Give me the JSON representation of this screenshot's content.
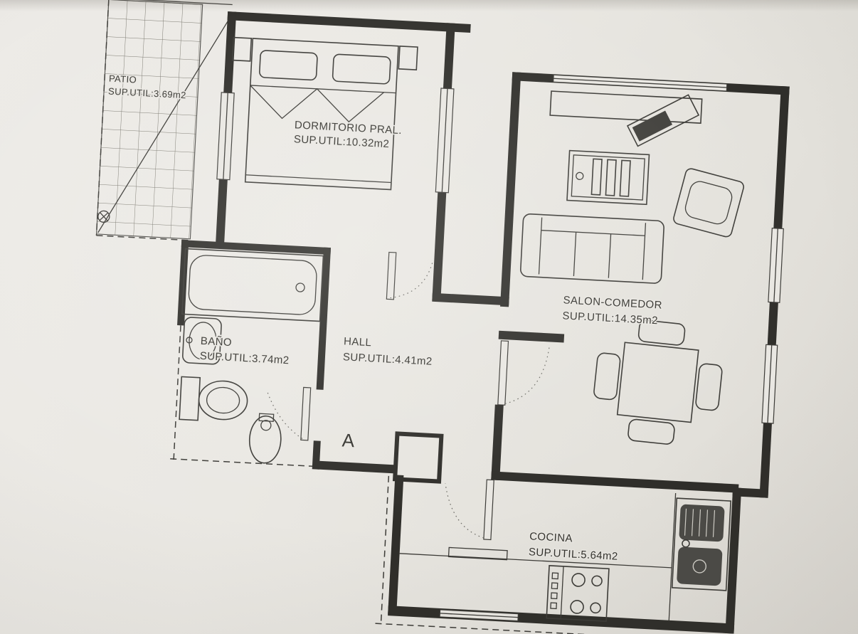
{
  "document": {
    "type": "apartment floor plan (scanned)"
  },
  "rooms": {
    "patio": {
      "label": "PATIO",
      "area": "SUP.UTIL:3.69m2"
    },
    "dormitorio": {
      "label": "DORMITORIO PRAL.",
      "area": "SUP.UTIL:10.32m2"
    },
    "salon": {
      "label": "SALON-COMEDOR",
      "area": "SUP.UTIL:14.35m2"
    },
    "bano": {
      "label": "BAÑO",
      "area": "SUP.UTIL:3.74m2"
    },
    "hall": {
      "label": "HALL",
      "area": "SUP.UTIL:4.41m2"
    },
    "cocina": {
      "label": "COCINA",
      "area": "SUP.UTIL:5.64m2"
    }
  },
  "annotations": {
    "section_marker": "A"
  },
  "colors": {
    "paper": "#e9e7e2",
    "ink": "#35342f",
    "wall": "#2f2e2a"
  }
}
